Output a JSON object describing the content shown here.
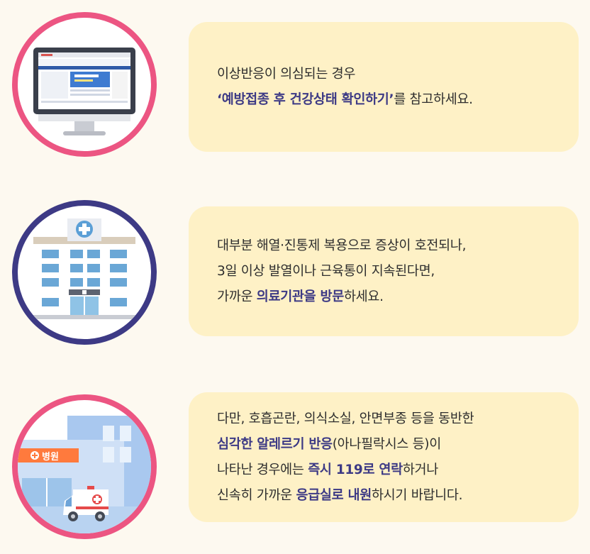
{
  "items": [
    {
      "lines": [
        [
          {
            "t": "이상반응이 의심되는 경우"
          }
        ],
        [
          {
            "t": "‘예방접종 후 건강상태 확인하기’",
            "b": true
          },
          {
            "t": "를 참고하세요."
          }
        ]
      ]
    },
    {
      "lines": [
        [
          {
            "t": "대부분 해열·진통제 복용으로 증상이 호전되나,"
          }
        ],
        [
          {
            "t": "3일 이상 발열이나 근육통이 지속된다면,"
          }
        ],
        [
          {
            "t": "가까운 "
          },
          {
            "t": "의료기관을 방문",
            "b": true
          },
          {
            "t": "하세요."
          }
        ]
      ]
    },
    {
      "lines": [
        [
          {
            "t": "다만, 호흡곤란, 의식소실, 안면부종 등을 동반한"
          }
        ],
        [
          {
            "t": "심각한 알레르기 반응",
            "b": true
          },
          {
            "t": "(아나필락시스 등)이"
          }
        ],
        [
          {
            "t": "나타난 경우에는 "
          },
          {
            "t": "즉시 119로 연락",
            "b": true
          },
          {
            "t": "하거나"
          }
        ],
        [
          {
            "t": "신속히 가까운 "
          },
          {
            "t": "응급실로 내원",
            "b": true
          },
          {
            "t": "하시기 바랍니다."
          }
        ]
      ]
    }
  ],
  "hospital_sign": "병원",
  "icons": [
    "computer-monitor-icon",
    "hospital-building-icon",
    "ambulance-hospital-icon"
  ],
  "colors": {
    "pink": "#EC5582",
    "navy": "#3D3A85",
    "card": "#FEF1C6",
    "background": "#FDF9F0"
  }
}
